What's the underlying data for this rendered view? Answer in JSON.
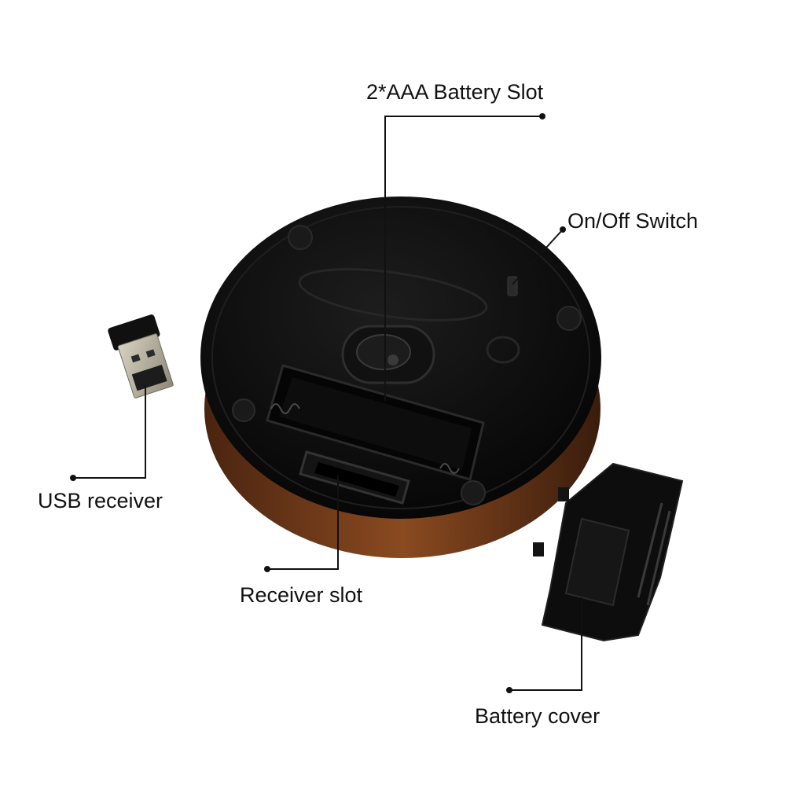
{
  "callouts": {
    "battery_slot": "2*AAA Battery Slot",
    "on_off_switch": "On/Off Switch",
    "usb_receiver": "USB receiver",
    "receiver_slot": "Receiver slot",
    "battery_cover": "Battery cover"
  },
  "colors": {
    "mouse_body": "#0b0b0b",
    "mouse_rim": "#7a3e1a",
    "connector_metal": "#b9b3a4",
    "leader_line": "#111111"
  }
}
